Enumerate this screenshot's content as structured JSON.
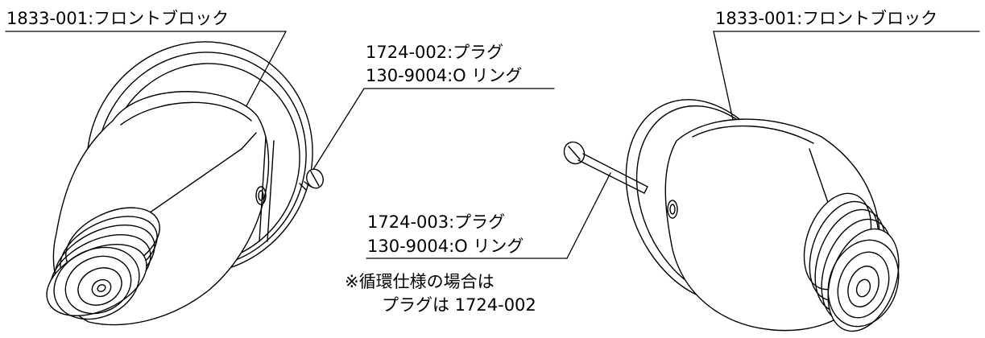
{
  "labels": {
    "front_block_left": "1833-001:フロントブロック",
    "front_block_right": "1833-001:フロントブロック",
    "plug_upper": "1724-002:プラグ",
    "oring_upper": "130-9004:O リング",
    "plug_lower": "1724-003:プラグ",
    "oring_lower": "130-9004:O リング",
    "note_line1": "※循環仕様の場合は",
    "note_line2": "プラグは 1724-002"
  }
}
